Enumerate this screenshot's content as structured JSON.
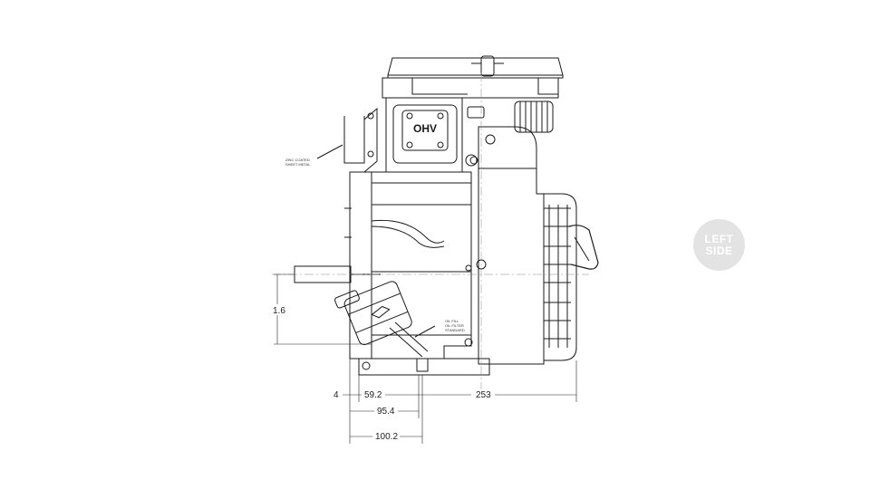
{
  "view_badge": {
    "line1": "LEFT",
    "line2": "SIDE"
  },
  "dimensions": {
    "side_height": "1.6",
    "left_offset": "4",
    "d1": "59.2",
    "d2": "253",
    "d3": "95.4",
    "d4": "100.2"
  },
  "notes": {
    "sheet_metal": [
      "ZINC COATED",
      "SHEET METAL"
    ],
    "oil_filter": [
      "OIL FILL",
      "OIL FILTER",
      "STANDARD"
    ]
  },
  "engine_label": "OHV",
  "colors": {
    "line": "#1a1a1a",
    "badge": "#e3e3e3"
  }
}
